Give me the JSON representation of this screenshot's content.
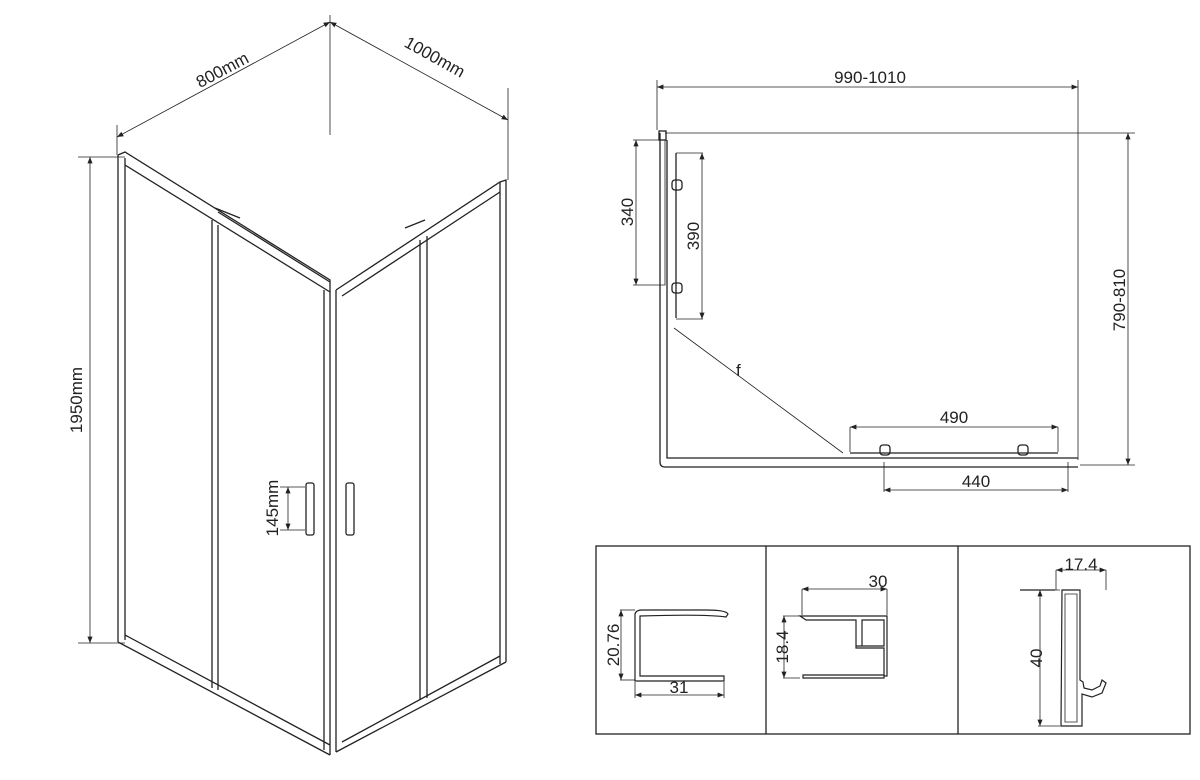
{
  "iso_view": {
    "width_a": "800mm",
    "width_b": "1000mm",
    "height": "1950mm",
    "handle": "145mm"
  },
  "plan_view": {
    "width": "990-1010",
    "depth": "790-810",
    "side_fixed": "340",
    "side_door": "390",
    "front_door": "490",
    "front_fixed": "440",
    "marker": "f"
  },
  "profiles": [
    {
      "h": "20.76",
      "w": "31"
    },
    {
      "h": "18.4",
      "w": "30"
    },
    {
      "h": "40",
      "w": "17.4"
    }
  ],
  "colors": {
    "line": "#222222",
    "background": "#ffffff"
  }
}
